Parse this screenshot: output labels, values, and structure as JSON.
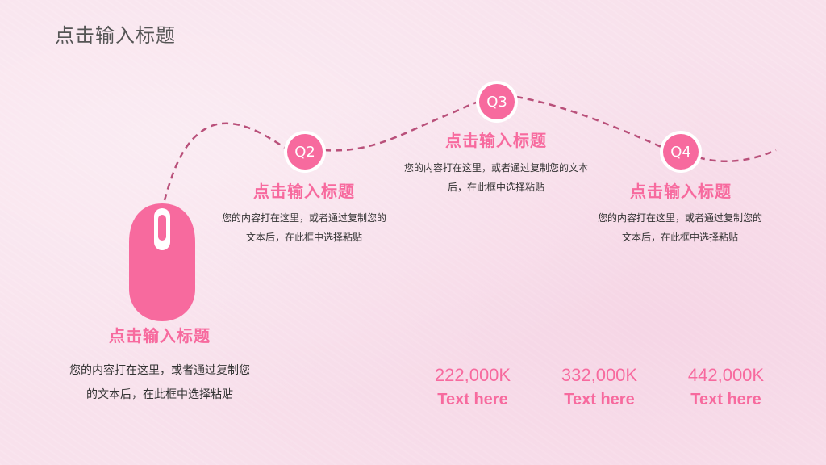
{
  "page": {
    "title": "点击输入标题"
  },
  "sections": {
    "mouse": {
      "title": "点击输入标题",
      "body_line1": "您的内容打在这里，或者通过复制您",
      "body_line2": "的文本后，在此框中选择粘贴"
    },
    "q2": {
      "badge": "Q2",
      "title": "点击输入标题",
      "body_line1": "您的内容打在这里，或者通过复制您的",
      "body_line2": "文本后，在此框中选择粘贴"
    },
    "q3": {
      "badge": "Q3",
      "title": "点击输入标题",
      "body_line1": "您的内容打在这里，或者通过复制您的文本",
      "body_line2": "后，在此框中选择粘贴"
    },
    "q4": {
      "badge": "Q4",
      "title": "点击输入标题",
      "body_line1": "您的内容打在这里，或者通过复制您的",
      "body_line2": "文本后，在此框中选择粘贴"
    }
  },
  "stats": [
    {
      "value": "222,000K",
      "label": "Text here"
    },
    {
      "value": "332,000K",
      "label": "Text here"
    },
    {
      "value": "442,000K",
      "label": "Text here"
    }
  ],
  "colors": {
    "accent": "#f76a9e",
    "path": "#b9507a",
    "text": "#333333",
    "title": "#555555"
  },
  "icons": {
    "mouse": "computer-mouse-icon"
  }
}
